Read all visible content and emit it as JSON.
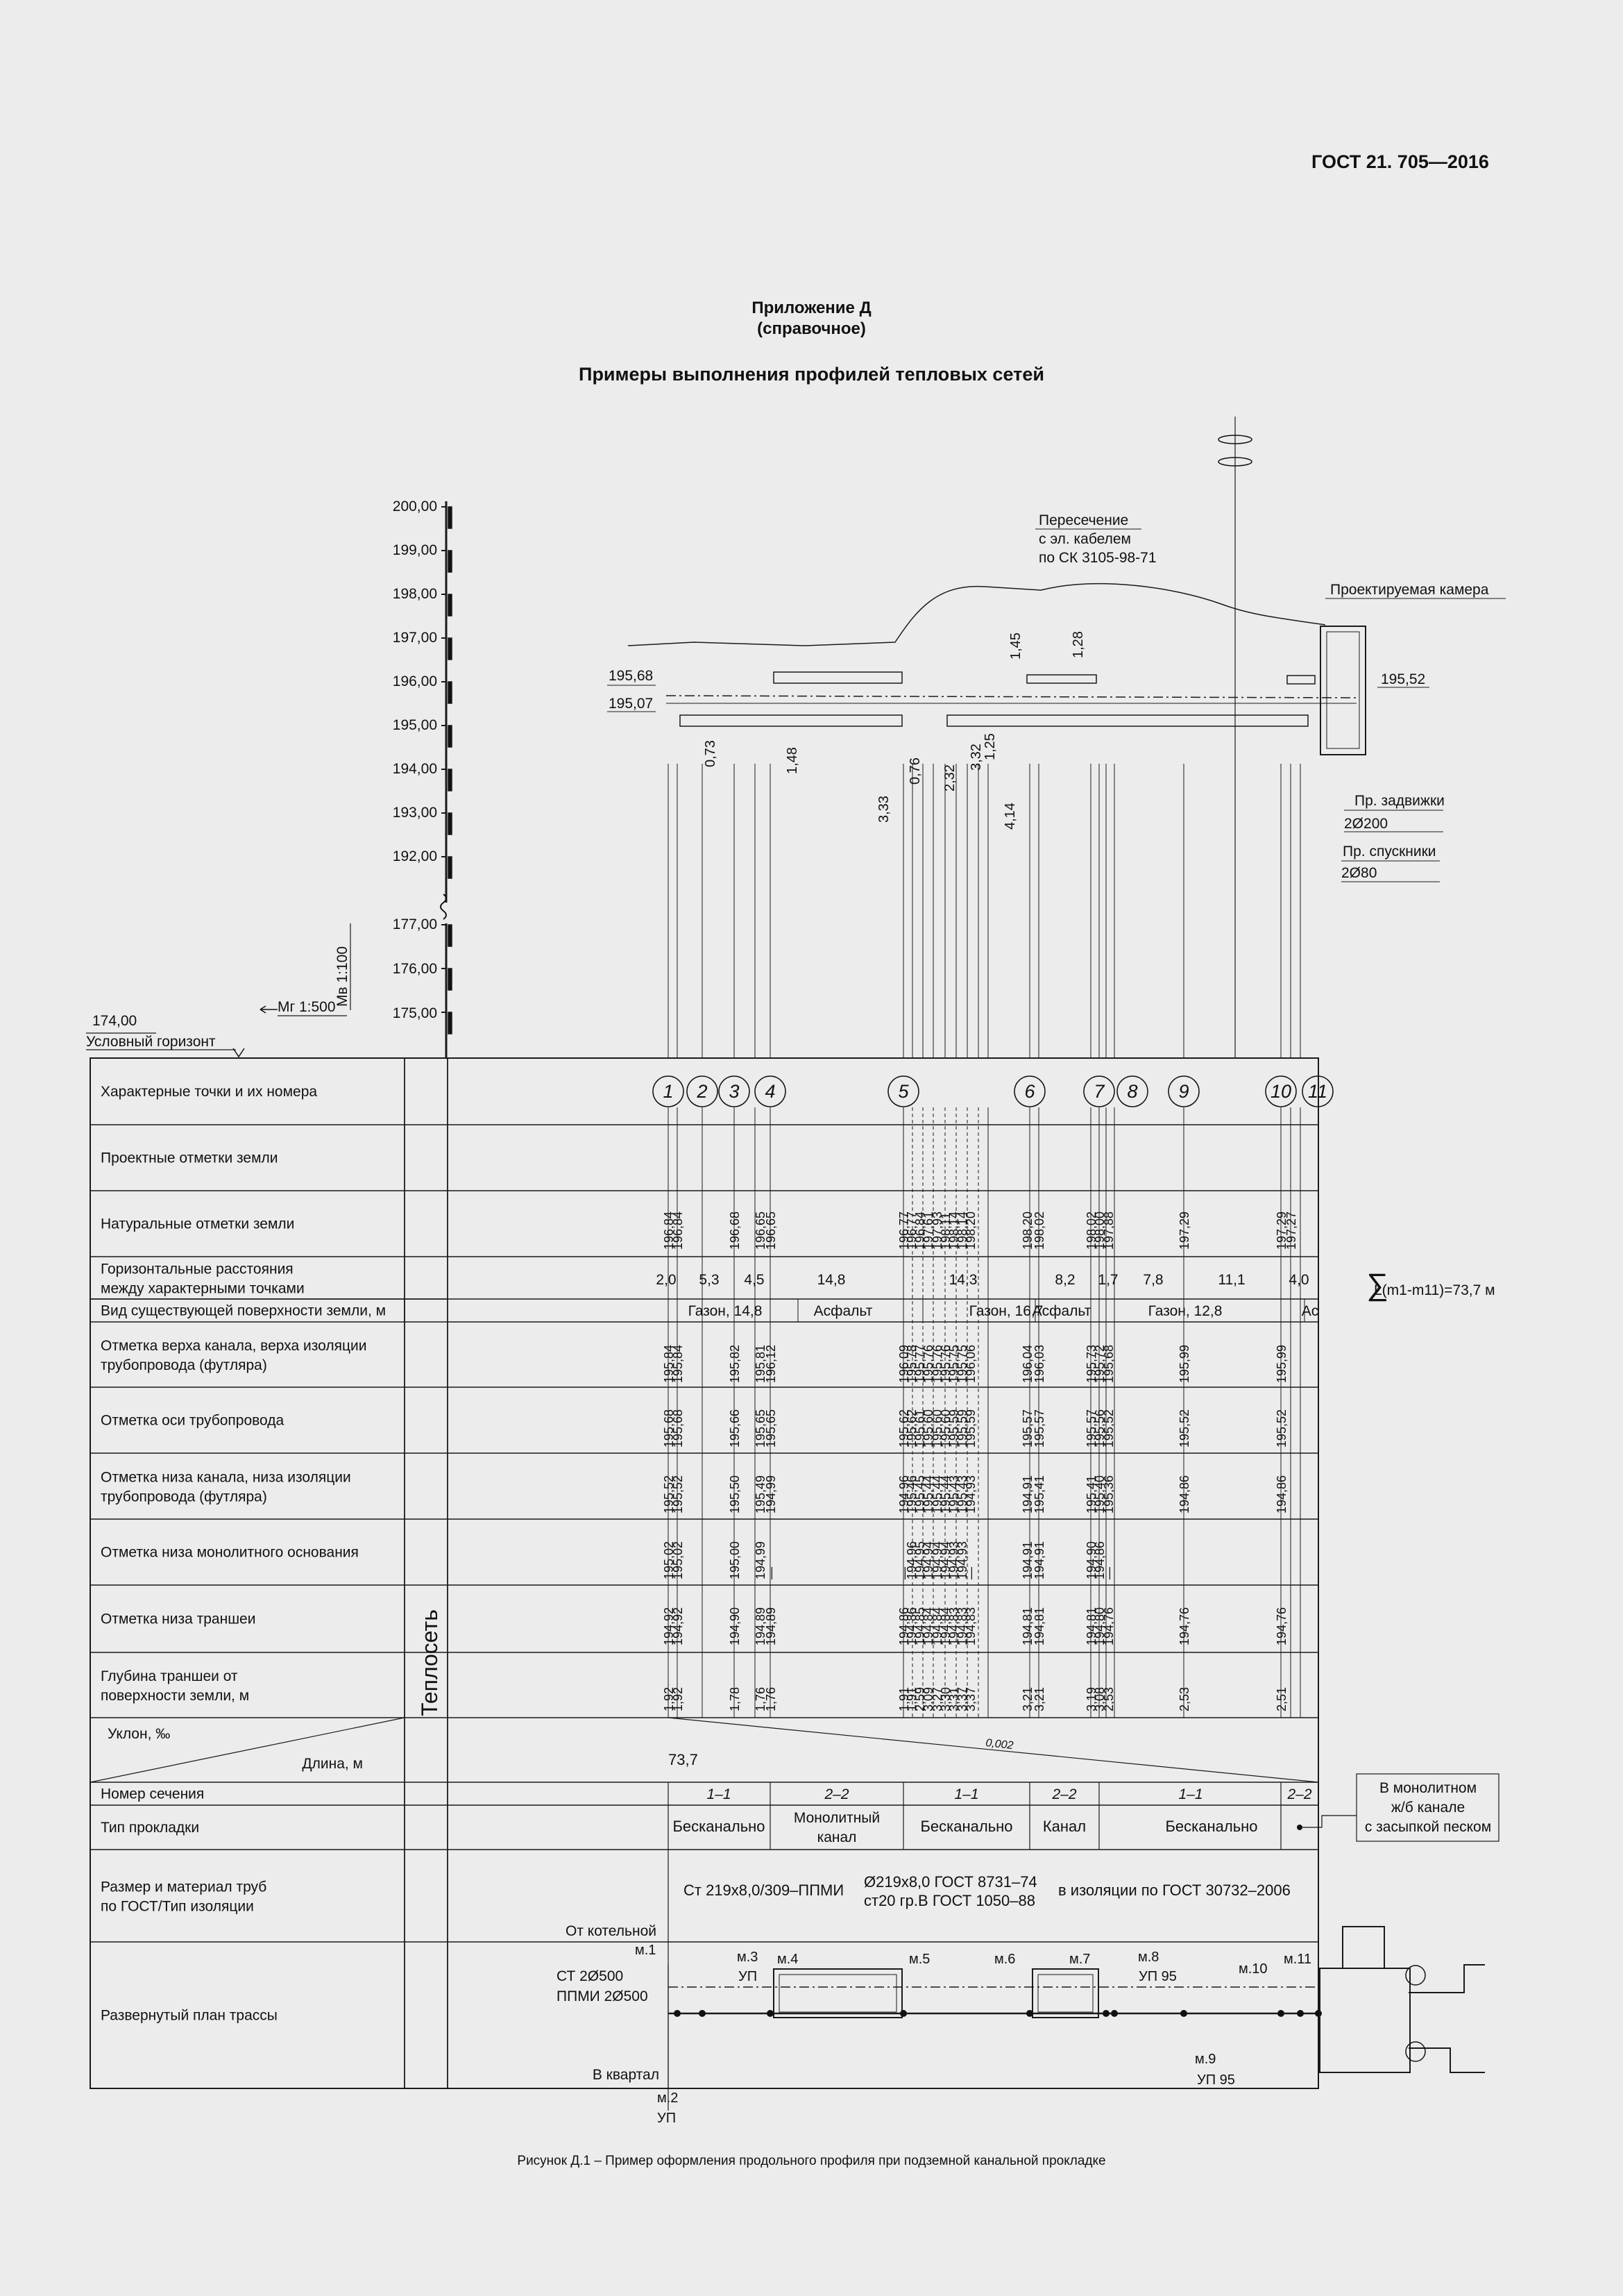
{
  "header": {
    "standard": "ГОСТ 21. 705—2016"
  },
  "appendix": {
    "title": "Приложение Д",
    "subtitle": "(справочное)",
    "heading": "Примеры выполнения профилей тепловых сетей"
  },
  "caption": "Рисунок  Д.1 –  Пример оформления продольного профиля при подземной канальной прокладке",
  "elevation_scale": {
    "upper_ticks": [
      "200,00",
      "199,00",
      "198,00",
      "197,00",
      "196,00",
      "195,00",
      "194,00",
      "193,00",
      "192,00"
    ],
    "lower_ticks": [
      "177,00",
      "176,00",
      "175,00"
    ],
    "datum_value": "174,00",
    "datum_label": "Условный горизонт",
    "h_scale": "Мг 1:500",
    "v_scale": "Мв 1:100"
  },
  "profile_labels": {
    "crossing": [
      "Пересечение",
      "с эл. кабелем",
      "по СК 3105-98-71"
    ],
    "camera": "Проектируемая камера",
    "el_left_top": "195,68",
    "el_left_bottom": "195,07",
    "el_right": "195,52",
    "valve": [
      "Пр. задвижки",
      "2Ø200"
    ],
    "drain": [
      "Пр. спускники",
      "2Ø80"
    ],
    "dims": [
      "0,73",
      "1,48",
      "3,33",
      "0,76",
      "2,32",
      "3,32",
      "1,25",
      "4,14",
      "1,45",
      "1,28"
    ]
  },
  "table": {
    "side_label": "Теплосеть",
    "rows": [
      [
        "Характерные точки и их номера"
      ],
      [
        "Проектные отметки земли"
      ],
      [
        "Натуральные отметки земли"
      ],
      [
        "Горизонтальные расстояния",
        "между характерными точками"
      ],
      [
        "Вид существующей поверхности земли, м"
      ],
      [
        "Отметка верха канала, верха изоляции",
        "трубопровода (футляра)"
      ],
      [
        "Отметка оси трубопровода"
      ],
      [
        "Отметка низа канала, низа изоляции",
        "трубопровода (футляра)"
      ],
      [
        "Отметка низа монолитного основания"
      ],
      [
        "Отметка низа траншеи"
      ],
      [
        "Глубина траншеи от",
        "поверхности земли, м"
      ],
      [
        "Уклон, ‰"
      ],
      [
        "Номер сечения"
      ],
      [
        "Тип прокладки"
      ],
      [
        "Размер и материал труб",
        "по ГОСТ/Тип изоляции"
      ],
      [
        "Развернутый план трассы"
      ]
    ],
    "length_label": "Длина, м",
    "points": [
      "1",
      "2",
      "3",
      "4",
      "5",
      "6",
      "7",
      "8",
      "9",
      "10",
      "11"
    ],
    "distances": [
      "2,0",
      "5,3",
      "4,5",
      "14,8",
      "14,3",
      "8,2",
      "1,7",
      "7,8",
      "11,1",
      "4,0"
    ],
    "total_length": "L(m1-m11)=73,7 м",
    "surfaces": [
      "Газон, 14,8",
      "Асфальт",
      "Газон, 16,7",
      "Асфальт",
      "Газон, 12,8",
      "Ас"
    ],
    "natural_marks": [
      "196,84",
      "196,84",
      "196,68",
      "196,65",
      "196,65",
      "196,77",
      "196,77",
      "196,84",
      "197,61",
      "197,93",
      "198,11",
      "198,14",
      "198,14",
      "198,20",
      "198,20",
      "198,02",
      "198,02",
      "198,00",
      "197,88",
      "197,29",
      "197,29",
      "197,27"
    ],
    "top_channel": [
      "195,84",
      "195,84",
      "195,82",
      "195,81",
      "196,12",
      "196,09",
      "195,78",
      "195,77",
      "195,76",
      "195,76",
      "195,76",
      "195,75",
      "195,75",
      "196,06",
      "196,04",
      "196,03",
      "195,73",
      "195,72",
      "195,68",
      "195,99",
      "195,99"
    ],
    "axis_marks": [
      "195,68",
      "195,68",
      "195,66",
      "195,65",
      "195,65",
      "195,62",
      "195,62",
      "195,61",
      "195,60",
      "195,60",
      "195,60",
      "195,59",
      "195,59",
      "195,59",
      "195,57",
      "195,57",
      "195,57",
      "195,56",
      "195,52",
      "195,52",
      "195,52"
    ],
    "bottom_channel": [
      "195,52",
      "195,52",
      "195,50",
      "195,49",
      "194,99",
      "194,96",
      "195,46",
      "195,45",
      "195,44",
      "195,44",
      "195,44",
      "195,43",
      "195,43",
      "194,93",
      "194,91",
      "195,41",
      "195,41",
      "195,40",
      "195,36",
      "194,86",
      "194,86"
    ],
    "bottom_base": [
      "195,02",
      "195,02",
      "195,00",
      "194,99",
      "—",
      "—",
      "194,96",
      "194,95",
      "194,94",
      "194,94",
      "194,94",
      "194,93",
      "194,93",
      "—",
      "194,91",
      "194,91",
      "194,90",
      "194,86",
      "—"
    ],
    "trench_bottom": [
      "194,92",
      "194,92",
      "194,90",
      "194,89",
      "194,89",
      "194,86",
      "194,86",
      "194,85",
      "194,84",
      "194,84",
      "194,84",
      "194,83",
      "194,83",
      "194,83",
      "194,81",
      "194,81",
      "194,81",
      "194,80",
      "194,76",
      "194,76",
      "194,76"
    ],
    "trench_depth": [
      "1,92",
      "1,92",
      "1,78",
      "1,76",
      "1,76",
      "1,91",
      "1,91",
      "2,59",
      "3,09",
      "3,27",
      "3,30",
      "3,31",
      "3,37",
      "3,37",
      "3,21",
      "3,21",
      "3,19",
      "3,08",
      "2,53",
      "2,53",
      "2,51"
    ],
    "slope": "0,002",
    "length_total": "73,7",
    "sections": [
      "1–1",
      "2–2",
      "1–1",
      "2–2",
      "1–1",
      "2–2"
    ],
    "laying": [
      "Бесканально",
      "Монолитный канал",
      "Бесканально",
      "Канал",
      "Бесканально"
    ],
    "pipe_spec": {
      "left": "Ст 219х8,0/309–ППМИ",
      "mid_top": "Ø219х8,0 ГОСТ 8731–74",
      "mid_bottom": "ст20 гр.В ГОСТ 1050–88",
      "right": "в изоляции по ГОСТ 30732–2006"
    },
    "callout": [
      "В монолитном",
      "ж/б канале",
      "с засыпкой песком"
    ]
  },
  "plan": {
    "from_boiler": "От котельной",
    "to_quarter": "В квартал",
    "st": "СТ 2Ø500",
    "ppmi": "ППМИ 2Ø500",
    "marks": [
      "м.1",
      "м.2",
      "м.3",
      "м.4",
      "м.5",
      "м.6",
      "м.7",
      "м.8",
      "м.9",
      "м.10",
      "м.11"
    ],
    "up": "УП",
    "up95": "УП 95"
  }
}
